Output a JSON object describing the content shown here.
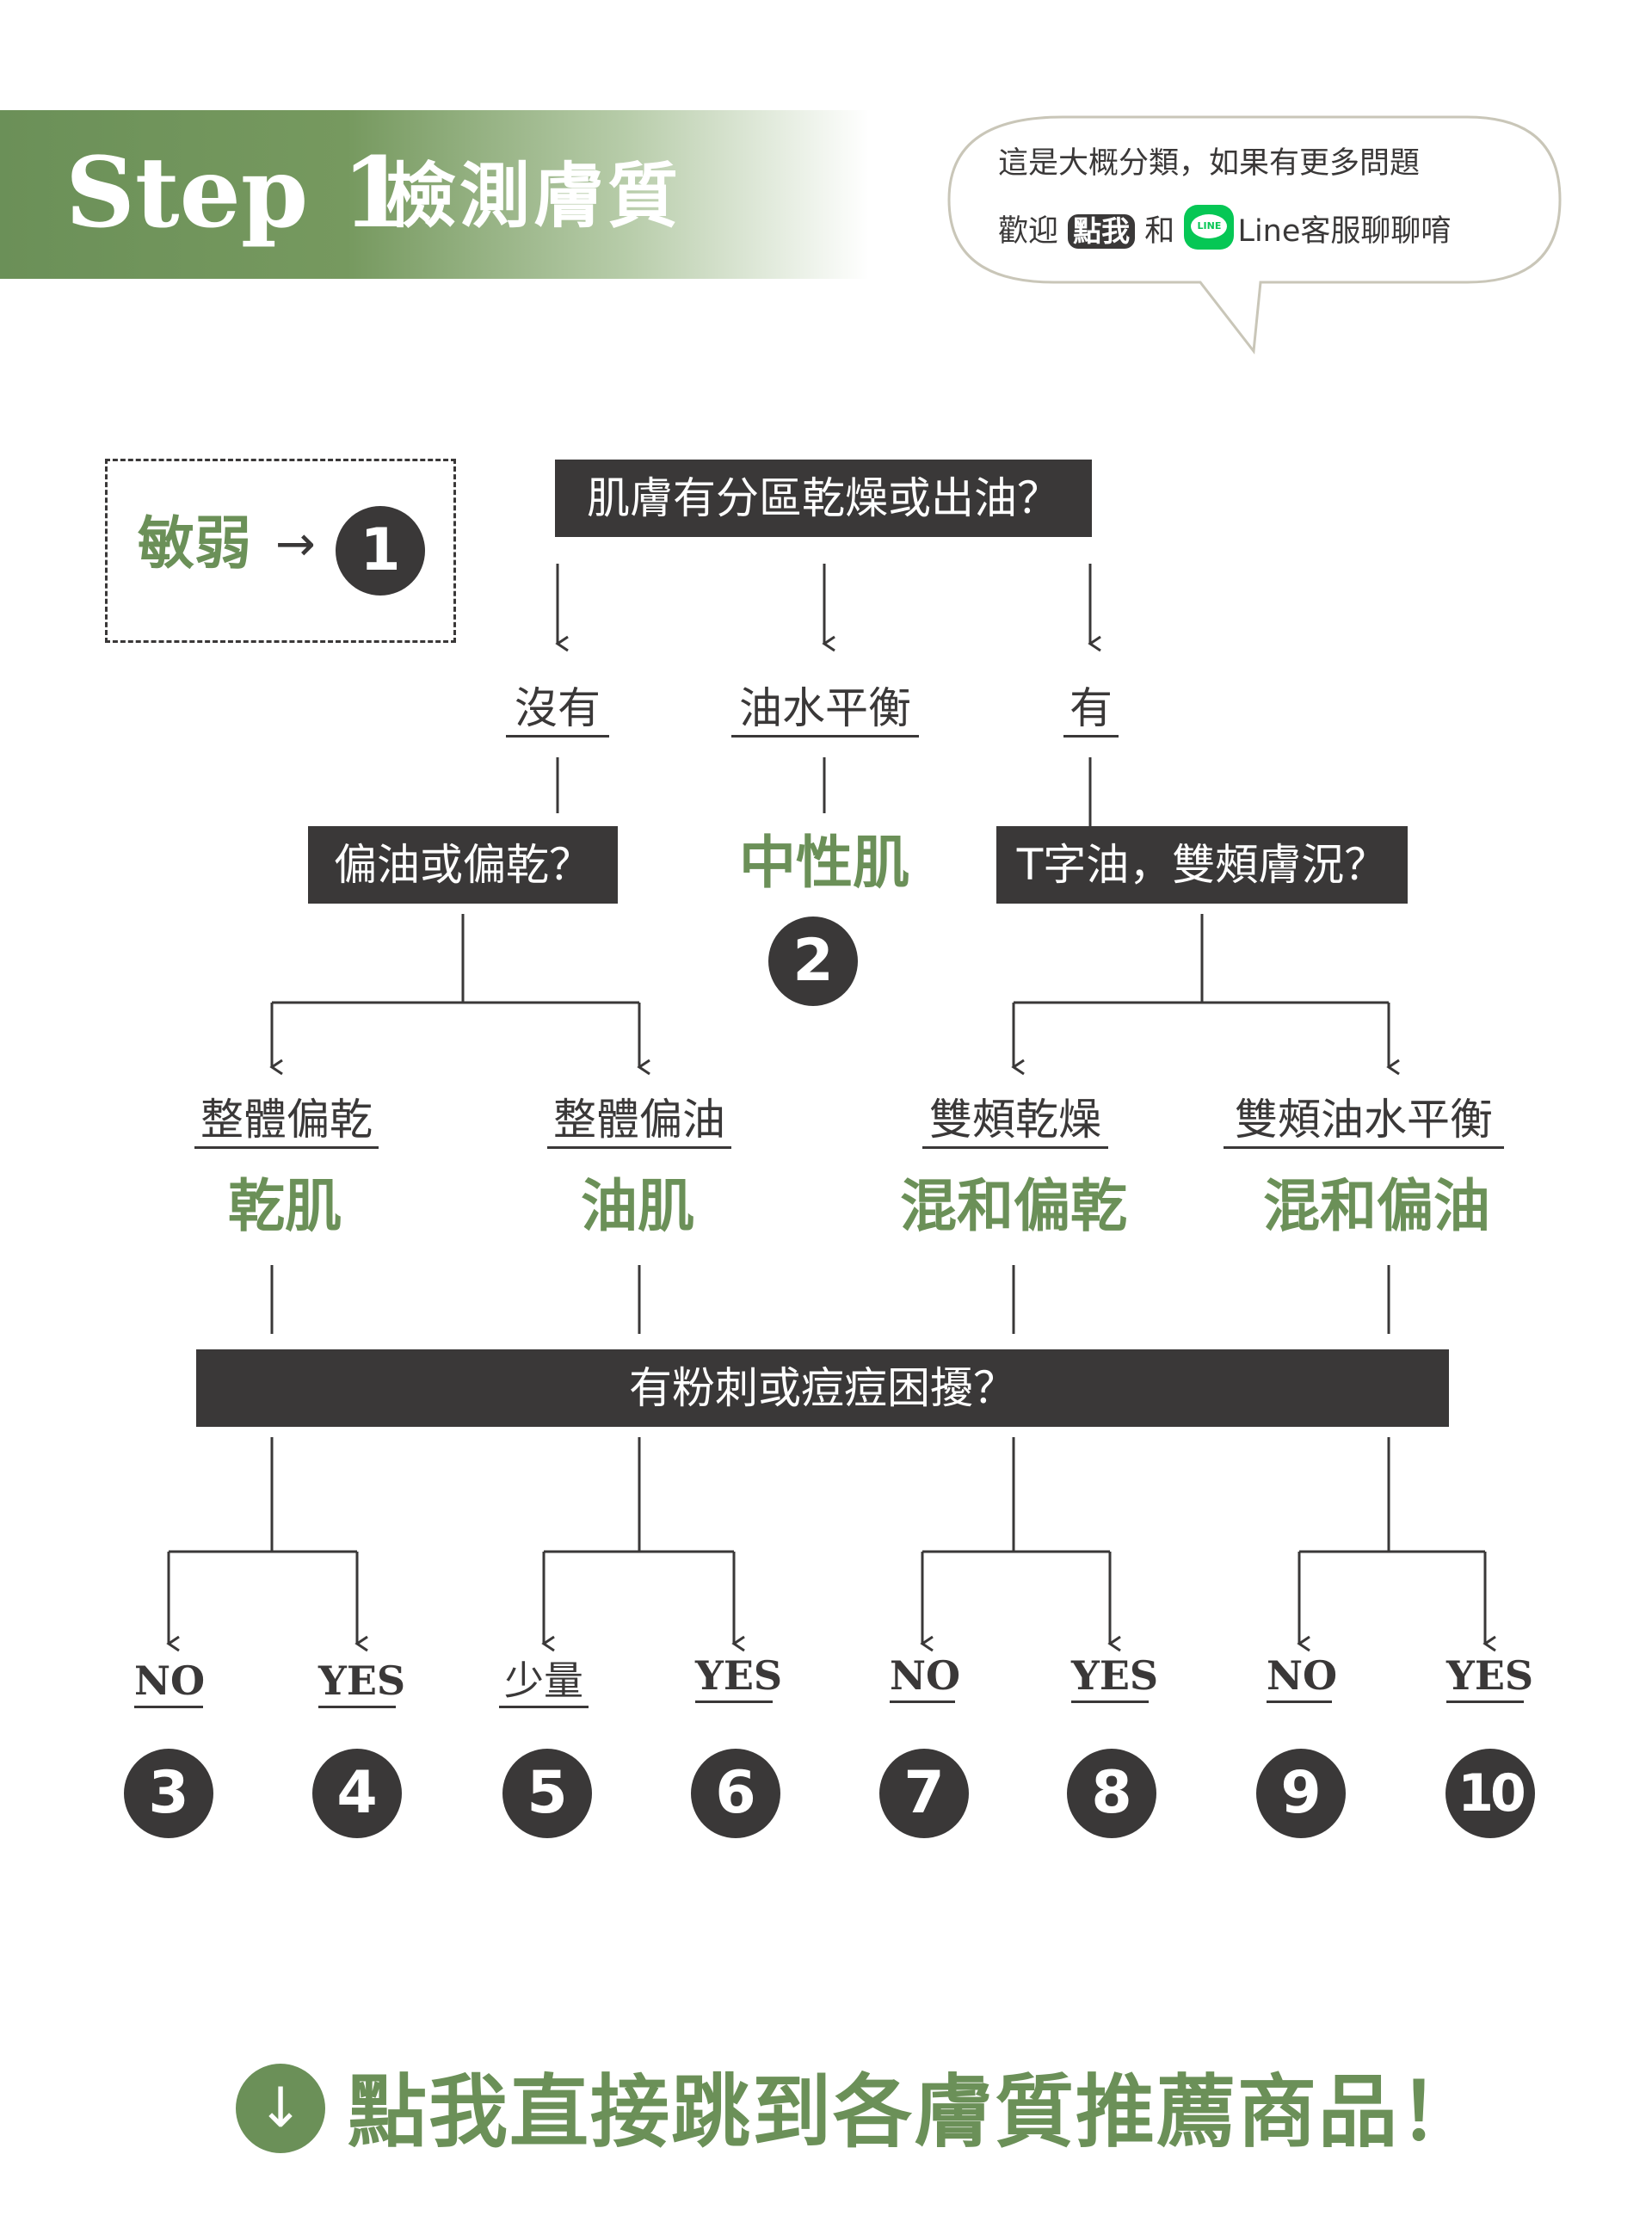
{
  "header": {
    "step_label": "Step 1",
    "title": "檢測膚質"
  },
  "bubble": {
    "line1": "這是大概分類，如果有更多問題",
    "line2_prefix": "歡迎",
    "click_me": "點我",
    "and": "和",
    "line_logo": "LINE",
    "line2_suffix": "Line客服聊聊唷"
  },
  "sensitive": {
    "label": "敏弱",
    "arrow": "→",
    "number": "1"
  },
  "q1": {
    "question": "肌膚有分區乾燥或出油？",
    "answers": [
      "沒有",
      "油水平衡",
      "有"
    ]
  },
  "neutral": {
    "label": "中性肌",
    "number": "2"
  },
  "q_left": "偏油或偏乾？",
  "q_right": "T字油，雙頰膚況？",
  "types": [
    {
      "condition": "整體偏乾",
      "skin": "乾肌"
    },
    {
      "condition": "整體偏油",
      "skin": "油肌"
    },
    {
      "condition": "雙頰乾燥",
      "skin": "混和偏乾"
    },
    {
      "condition": "雙頰油水平衡",
      "skin": "混和偏油"
    }
  ],
  "q_acne": "有粉刺或痘痘困擾？",
  "outcomes": [
    {
      "answer": "NO",
      "number": "3"
    },
    {
      "answer": "YES",
      "number": "4"
    },
    {
      "answer": "少量",
      "number": "5"
    },
    {
      "answer": "YES",
      "number": "6"
    },
    {
      "answer": "NO",
      "number": "7"
    },
    {
      "answer": "YES",
      "number": "8"
    },
    {
      "answer": "NO",
      "number": "9"
    },
    {
      "answer": "YES",
      "number": "10"
    }
  ],
  "cta": {
    "arrow": "↓",
    "text": "點我直接跳到各膚質推薦商品！"
  },
  "colors": {
    "green": "#6b9058",
    "dark": "#3a3838",
    "line_green": "#06c755"
  }
}
